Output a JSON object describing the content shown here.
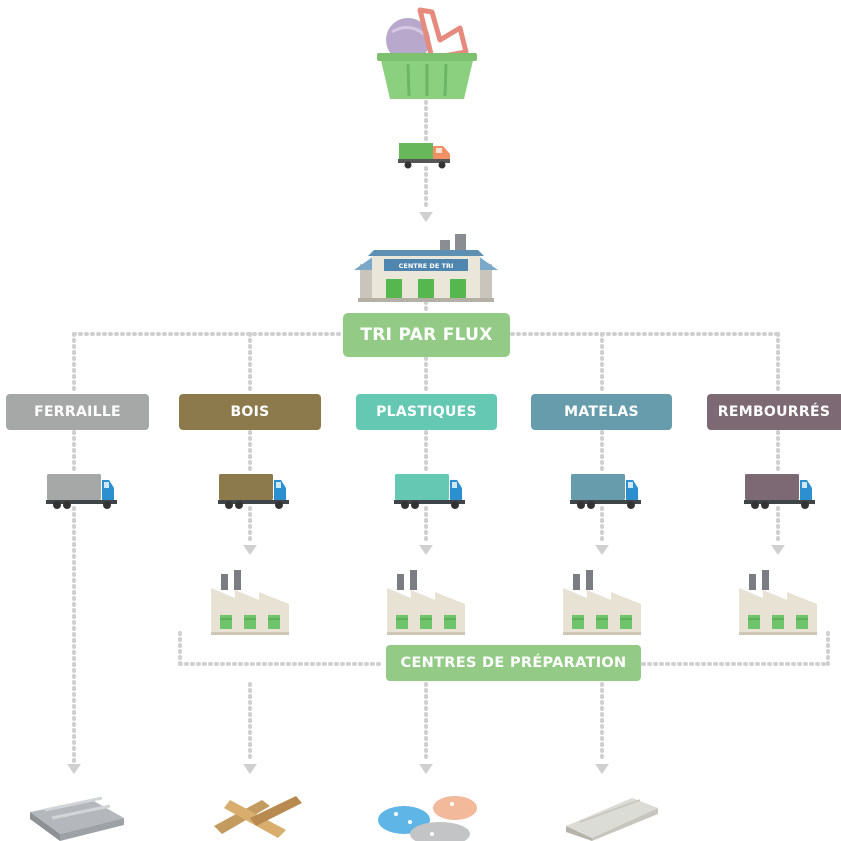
{
  "diagram": {
    "hub_label": "TRI PAR FLUX",
    "building_sign": "CENTRE DE TRI",
    "stage_label": "CENTRES DE PRÉPARATION",
    "categories": [
      {
        "label": "FERRAILLE",
        "color": "#a6a8a7"
      },
      {
        "label": "BOIS",
        "color": "#8c7a4c"
      },
      {
        "label": "PLASTIQUES",
        "color": "#64c8b2"
      },
      {
        "label": "MATELAS",
        "color": "#669cab"
      },
      {
        "label": "REMBOURRÉS",
        "color": "#7d6973"
      }
    ],
    "colors": {
      "accent_green": "#93cb86",
      "connector_grey": "#d0d0d0",
      "truck_cab_blue": "#2b8fd0"
    },
    "icons": [
      "basket-icon",
      "dump-truck-icon",
      "sorting-centre-icon",
      "truck-icon",
      "factory-icon",
      "steel-beams-icon",
      "wood-planks-icon",
      "plastic-pellets-icon",
      "foam-slabs-icon"
    ]
  }
}
